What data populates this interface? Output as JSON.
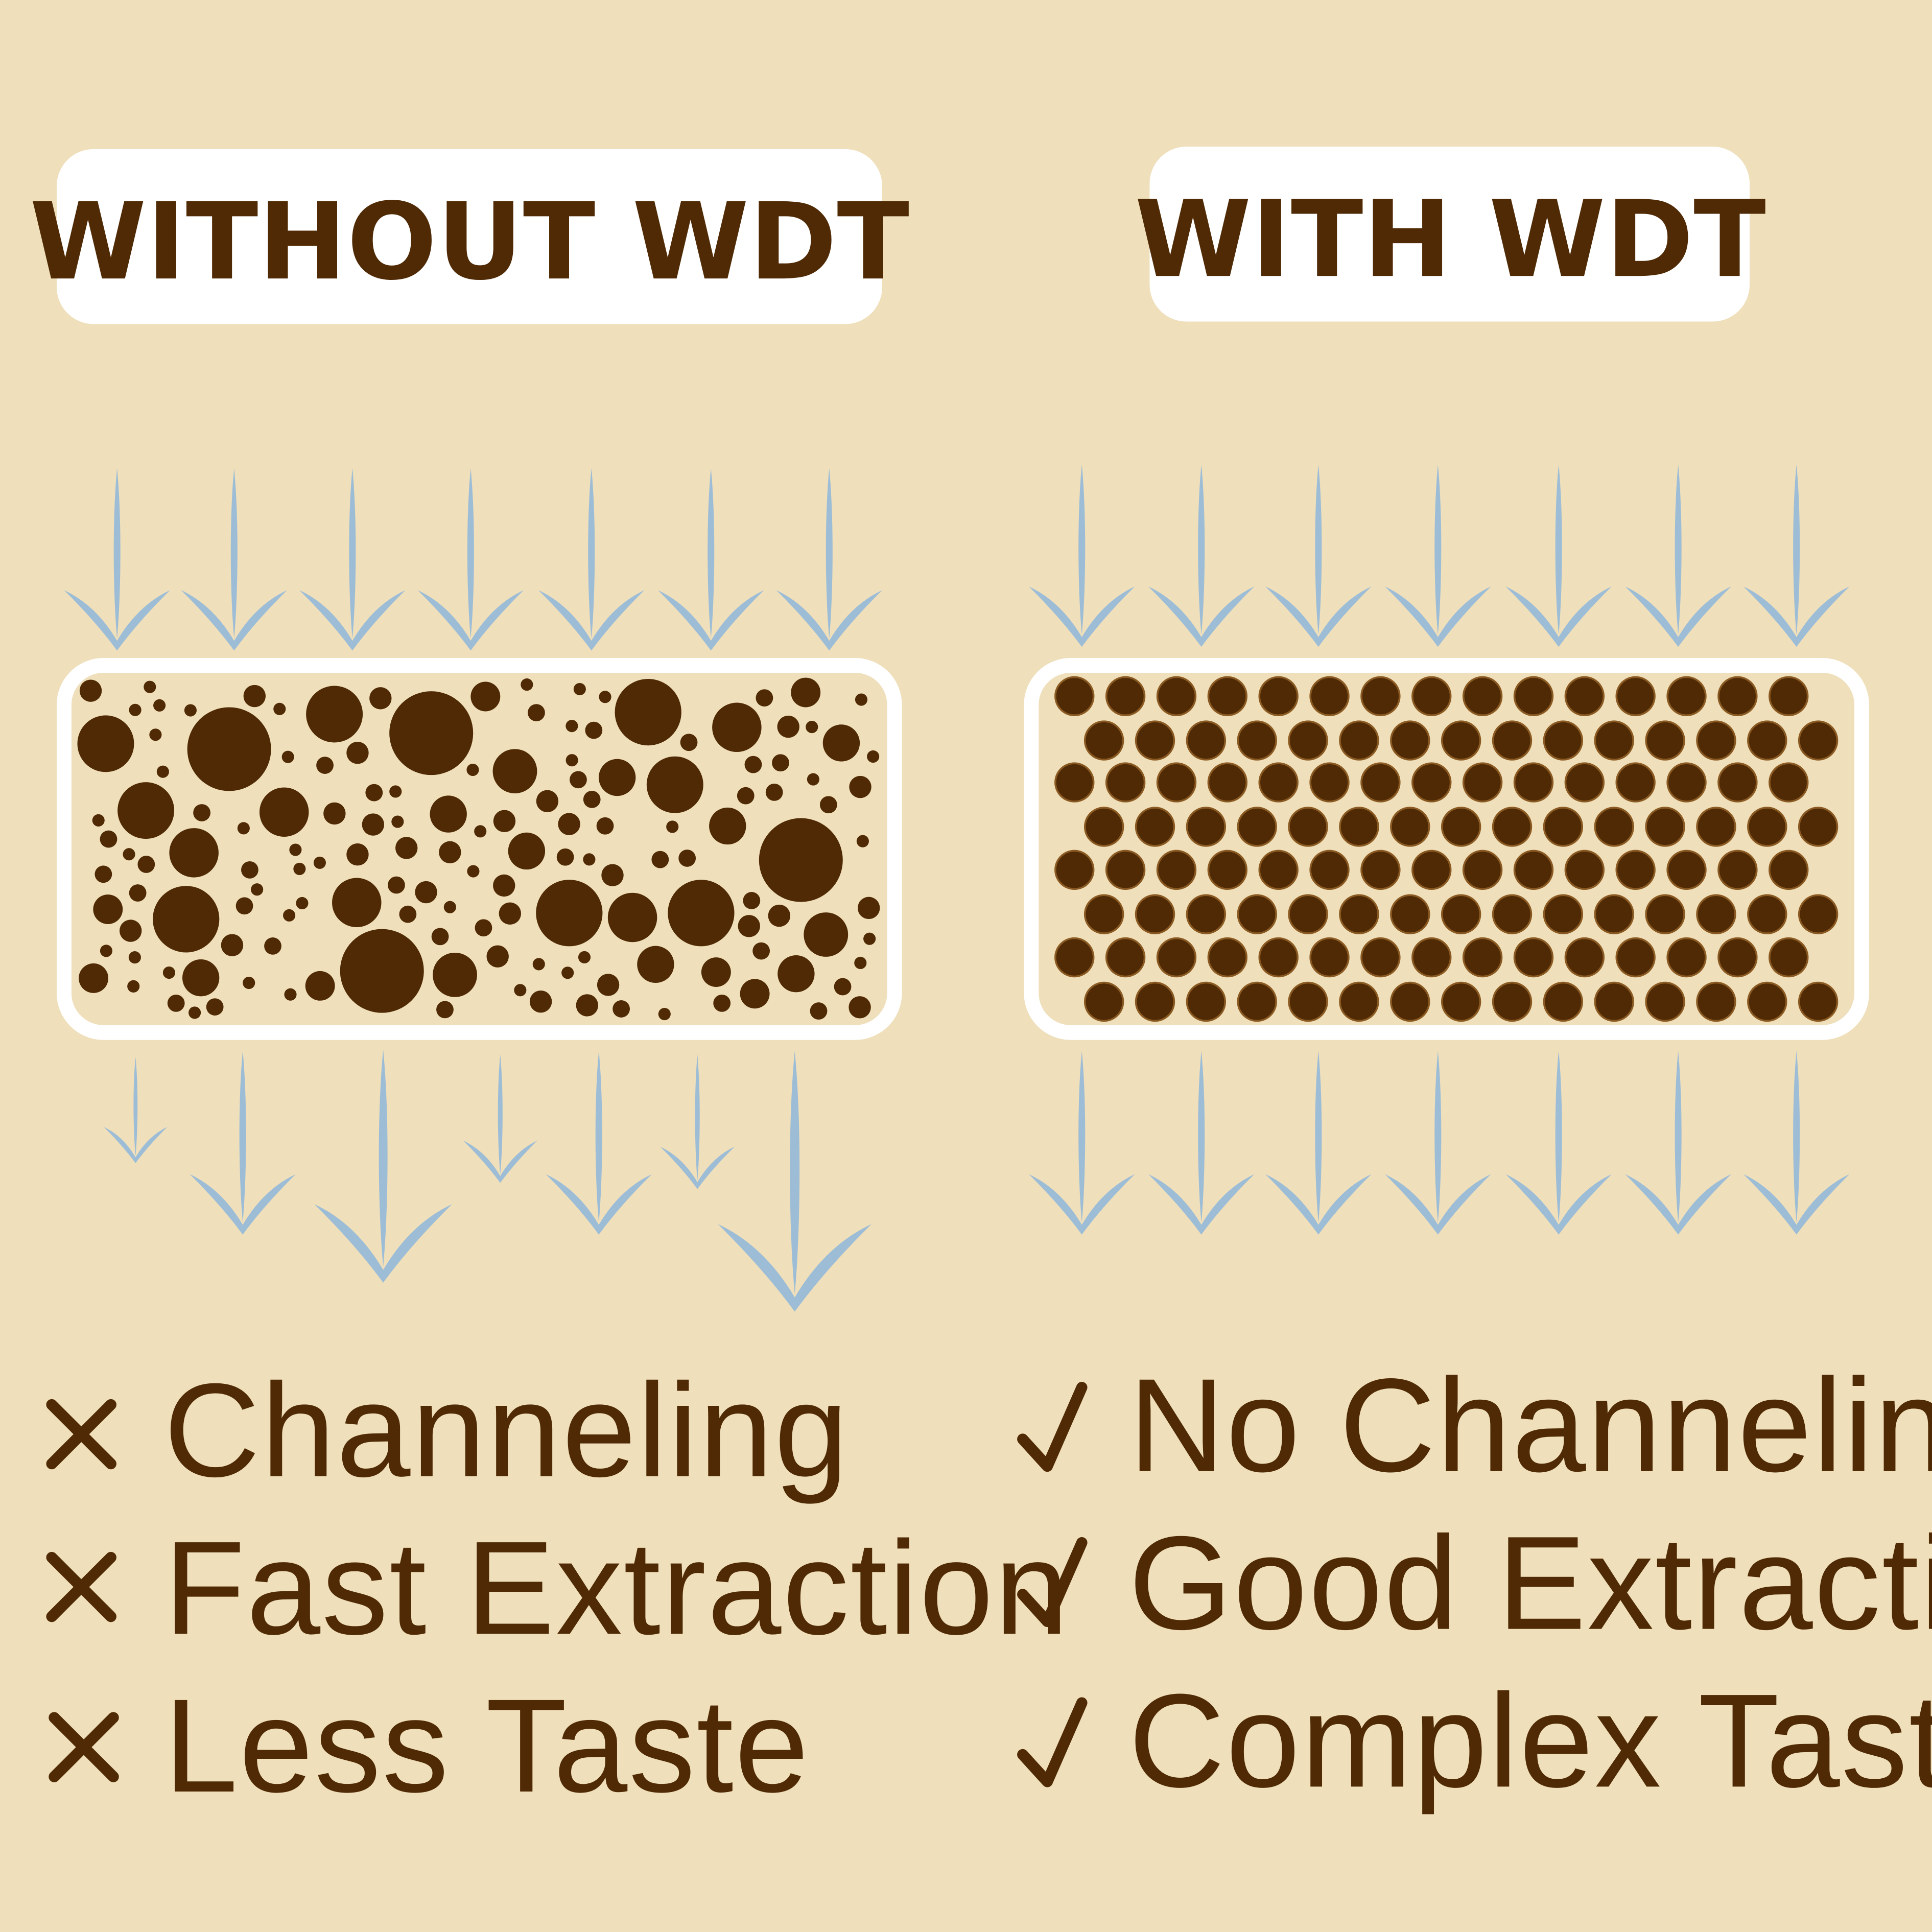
{
  "colors": {
    "background": "#efdfbb",
    "coffee": "#4f2a05",
    "water": "#9dbdd6",
    "panel_border": "#ffffff"
  },
  "left": {
    "title": "WITHOUT WDT",
    "items": [
      {
        "icon": "cross-icon",
        "text": "Channeling"
      },
      {
        "icon": "cross-icon",
        "text": "Fast Extraction"
      },
      {
        "icon": "cross-icon",
        "text": "Less Taste"
      }
    ]
  },
  "right": {
    "title": "WITH WDT",
    "items": [
      {
        "icon": "check-icon",
        "text": "No Channeling"
      },
      {
        "icon": "check-icon",
        "text": "Good Extraction"
      },
      {
        "icon": "check-icon",
        "text": "Complex Taste"
      }
    ]
  }
}
